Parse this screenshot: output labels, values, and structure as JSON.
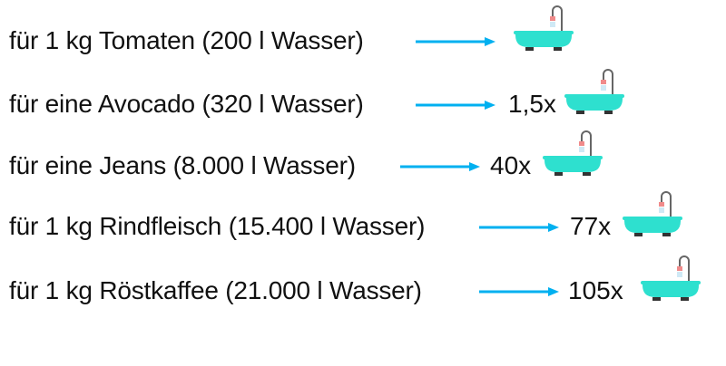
{
  "accent_color": "#00b0f0",
  "tub_color": "#2ee0cf",
  "icon": "bathtub-icon",
  "items": [
    {
      "label": "für 1 kg Tomaten (200 l Wasser)",
      "factor": ""
    },
    {
      "label": "für eine Avocado (320 l Wasser)",
      "factor": "1,5x"
    },
    {
      "label": "für eine Jeans (8.000 l Wasser)",
      "factor": "40x"
    },
    {
      "label": "für 1 kg Rindfleisch (15.400 l Wasser)",
      "factor": "77x"
    },
    {
      "label": "für 1 kg Röstkaffee (21.000 l Wasser)",
      "factor": "105x"
    }
  ]
}
